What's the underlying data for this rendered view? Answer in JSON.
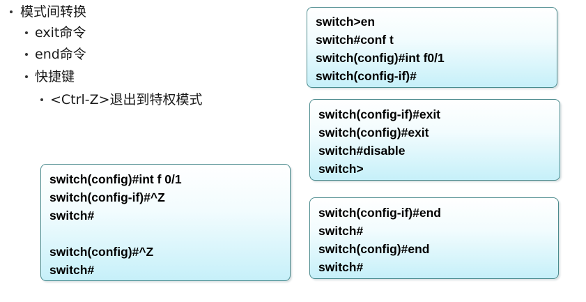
{
  "outline": {
    "items": [
      {
        "text": "模式间转换",
        "level": 1
      },
      {
        "text": "exit命令",
        "level": 2
      },
      {
        "text": "end命令",
        "level": 2
      },
      {
        "text": "快捷键",
        "level": 2
      },
      {
        "text": "<Ctrl-Z>退出到特权模式",
        "level": 3
      }
    ]
  },
  "code_boxes": {
    "enter_interface": {
      "lines": [
        "switch>en",
        "switch#conf t",
        "switch(config)#int f0/1",
        "switch(config-if)#"
      ]
    },
    "exit_example": {
      "lines": [
        "switch(config-if)#exit",
        "switch(config)#exit",
        "switch#disable",
        "switch>"
      ]
    },
    "end_example": {
      "lines": [
        "switch(config-if)#end",
        "switch#",
        "switch(config)#end",
        "switch#"
      ]
    },
    "ctrl_z_example": {
      "lines": [
        "switch(config)#int f 0/1",
        "switch(config-if)#^Z",
        "switch#",
        "",
        "switch(config)#^Z",
        "switch#"
      ]
    }
  },
  "colors": {
    "box_border": "#4a8a8d",
    "box_gradient_end": "#c6f0f9",
    "text": "#000000"
  }
}
